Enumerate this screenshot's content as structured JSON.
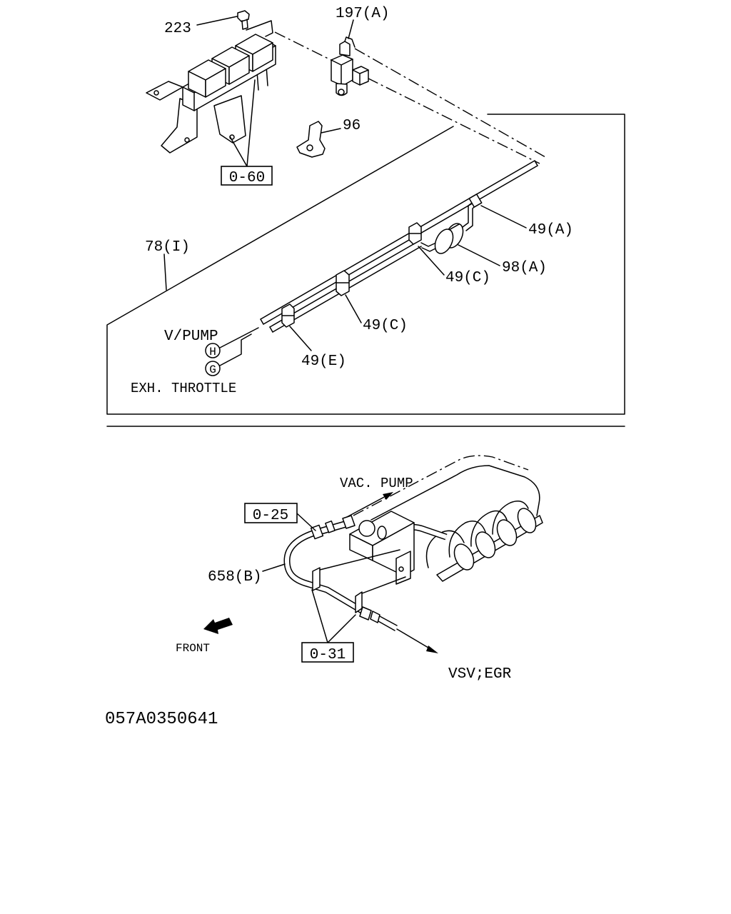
{
  "diagram": {
    "upper": {
      "bolt_label": "223",
      "vsv_label": "197(A)",
      "bracket_label": "96",
      "relay_ref_label": "0-60",
      "pipe_assembly_label": "78(I)",
      "clip_a_label": "49(A)",
      "canister_label": "98(A)",
      "clip_c_upper_label": "49(C)",
      "clip_c_lower_label": "49(C)",
      "clip_e_label": "49(E)",
      "vpump_label": "V/PUMP",
      "connector_h": "H",
      "connector_g": "G",
      "exh_throttle_label": "EXH. THROTTLE"
    },
    "lower": {
      "vac_pump_label": "VAC. PUMP",
      "ref_025_label": "0-25",
      "hose_label": "658(B)",
      "front_label": "FRONT",
      "ref_031_label": "0-31",
      "vsv_egr_label": "VSV;EGR"
    },
    "drawing_number": "057A0350641"
  }
}
